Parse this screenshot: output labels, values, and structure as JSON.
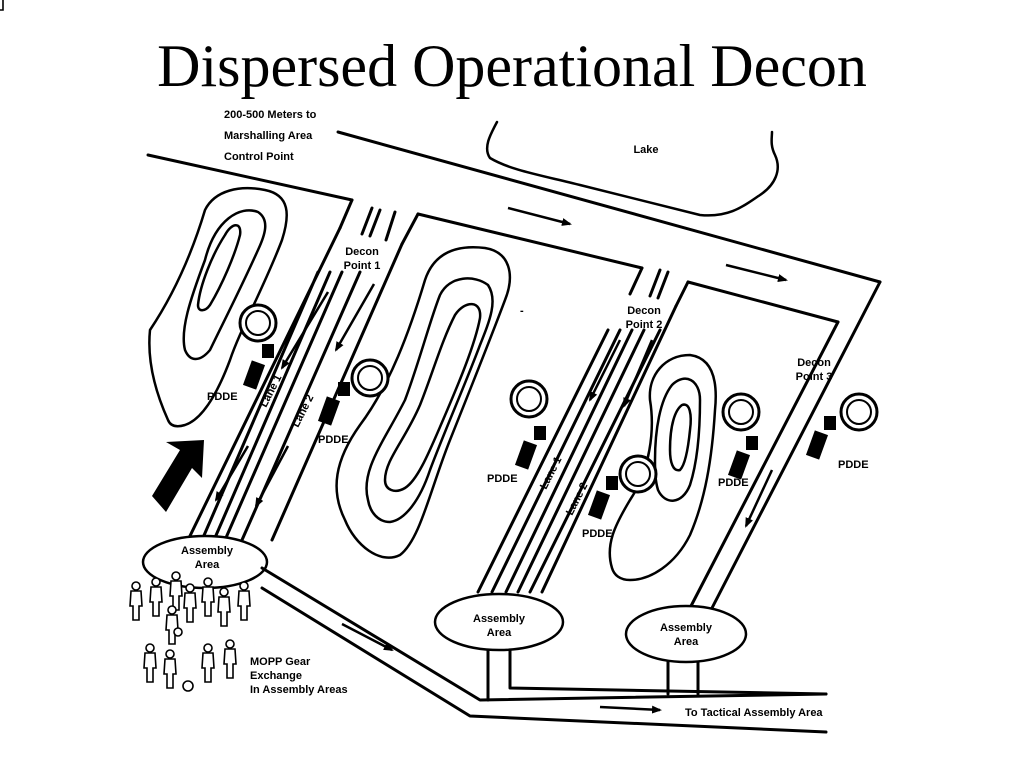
{
  "title": "Dispersed Operational Decon",
  "labels": {
    "distance_line1": "200-500 Meters to",
    "distance_line2": "Marshalling Area",
    "distance_line3": "Control Point",
    "lake": "Lake",
    "decon1_line1": "Decon",
    "decon1_line2": "Point 1",
    "decon2_line1": "Decon",
    "decon2_line2": "Point 2",
    "decon3_line1": "Decon",
    "decon3_line2": "Point 3",
    "pdde": "PDDE",
    "lane1": "Lane 1",
    "lane2": "Lane 2",
    "assembly_line1": "Assembly",
    "assembly_line2": "Area",
    "mopp_line1": "MOPP Gear",
    "mopp_line2": "Exchange",
    "mopp_line3": "In Assembly Areas",
    "tactical": "To Tactical Assembly Area",
    "dash": "-"
  },
  "icons": [
    "big-arrow-icon",
    "direction-arrow-icon",
    "decon-drum-icon",
    "pdde-box-icon",
    "soldier-group-icon"
  ]
}
